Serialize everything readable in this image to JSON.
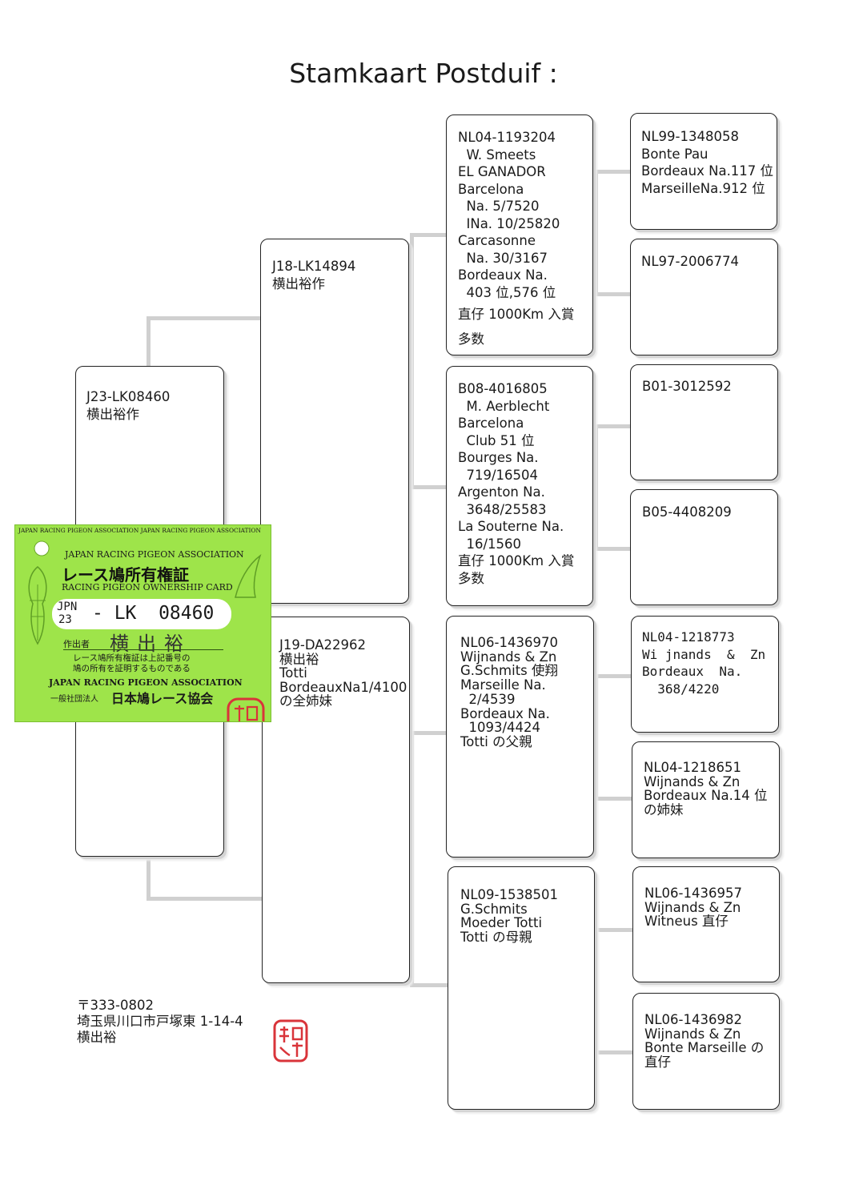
{
  "title": "Stamkaart Postduif :",
  "pedigree": {
    "subject": {
      "lines": [
        "J23-LK08460",
        "横出裕作"
      ]
    },
    "sire": {
      "lines": [
        "J18-LK14894",
        "横出裕作"
      ]
    },
    "dam": {
      "lines": [
        "J19-DA22962",
        "",
        "横出裕",
        "",
        "",
        "Totti",
        "",
        "BordeauxNa1/4100",
        "",
        "の全姉妹"
      ]
    },
    "gsire_paternal": {
      "lines": [
        "NL04-1193204",
        "  W. Smeets",
        "EL GANADOR",
        "Barcelona",
        "  Na. 5/7520",
        "  INa. 10/25820",
        "Carcasonne",
        "  Na. 30/3167",
        "Bordeaux Na.",
        "  403 位,576 位",
        "直仔 1000Km 入賞",
        "",
        "多数"
      ]
    },
    "gdam_paternal": {
      "lines": [
        "B08-4016805",
        "  M. Aerblecht",
        "Barcelona",
        "  Club 51 位",
        "Bourges Na.",
        "  719/16504",
        "Argenton Na.",
        "  3648/25583",
        "La Souterne Na.",
        "  16/1560",
        "直仔 1000Km 入賞",
        "多数"
      ]
    },
    "gsire_maternal": {
      "lines": [
        "NL06-1436970",
        "",
        "Wijnands & Zn",
        "",
        "G.Schmits 使翔",
        "",
        "Marseille Na.",
        "",
        "  2/4539",
        "",
        "Bordeaux Na.",
        "",
        "  1093/4424",
        "",
        "Totti の父親"
      ]
    },
    "gdam_maternal": {
      "lines": [
        "NL09-1538501",
        "",
        "G.Schmits",
        "",
        "Moeder Totti",
        "",
        "",
        "",
        "Totti の母親"
      ]
    },
    "ggp1": {
      "lines": [
        "NL99-1348058",
        "Bonte Pau",
        "Bordeaux Na.117 位",
        "MarseilleNa.912 位"
      ]
    },
    "ggp2": {
      "lines": [
        "NL97-2006774"
      ]
    },
    "ggp3": {
      "lines": [
        "B01-3012592"
      ]
    },
    "ggp4": {
      "lines": [
        "B05-4408209"
      ]
    },
    "ggp5": {
      "lines": [
        "NL04-1218773",
        "Wi jnands  &  Zn",
        "",
        "Bordeaux  Na.",
        "  368/4220"
      ]
    },
    "ggp6": {
      "lines": [
        "NL04-1218651",
        "",
        "Wijnands & Zn",
        "",
        "Bordeaux Na.14 位",
        "",
        "の姉妹"
      ]
    },
    "ggp7": {
      "lines": [
        "NL06-1436957",
        "",
        "Wijnands & Zn",
        "",
        "Witneus 直仔"
      ]
    },
    "ggp8": {
      "lines": [
        "NL06-1436982",
        "",
        "Wijnands & Zn",
        "",
        "Bonte Marseille の",
        "",
        "直仔"
      ]
    }
  },
  "address": {
    "lines": [
      "〒333-0802",
      "埼玉県川口市戸塚東 1-14-4",
      "横出裕"
    ]
  },
  "ownership_card": {
    "border_text": "JAPAN RACING PIGEON ASSOCIATION JAPAN RACING PIGEON ASSOCIATION",
    "association_en": "JAPAN RACING PIGEON ASSOCIATION",
    "title_jp": "レース鳩所有権証",
    "title_en": "RACING PIGEON OWNERSHIP CARD",
    "country": "JPN",
    "year": "23",
    "ring": "- LK  08460",
    "owner_label": "作出者",
    "owner_name": "横出裕",
    "note_line1": "レース鳩所有権証は上記番号の",
    "note_line2": "鳩の所有を証明するものである",
    "association_caps": "JAPAN RACING PIGEON ASSOCIATION",
    "association_jp_prefix": "一般社団法人",
    "association_jp": "日本鳩レース協会",
    "colors": {
      "card": "#9ee44a",
      "stamp": "#d9343a"
    }
  }
}
